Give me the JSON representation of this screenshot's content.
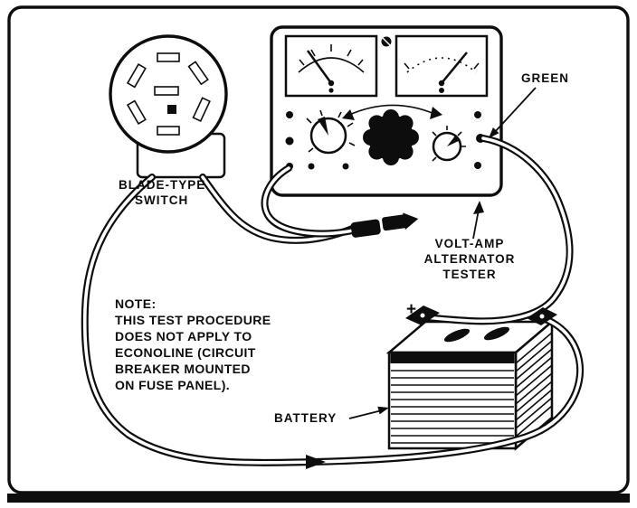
{
  "colors": {
    "ink": "#0d0d0d",
    "paper": "#ffffff"
  },
  "labels": {
    "blade_switch": [
      "BLADE-TYPE",
      "SWITCH"
    ],
    "green": "GREEN",
    "volt_amp_tester": [
      "VOLT-AMP",
      "ALTERNATOR",
      "TESTER"
    ],
    "note": [
      "NOTE:",
      "THIS TEST PROCEDURE",
      "DOES NOT APPLY TO",
      "ECONOLINE (CIRCUIT",
      "BREAKER MOUNTED",
      "ON FUSE PANEL)."
    ],
    "battery": "BATTERY",
    "battery_positive": "+"
  }
}
